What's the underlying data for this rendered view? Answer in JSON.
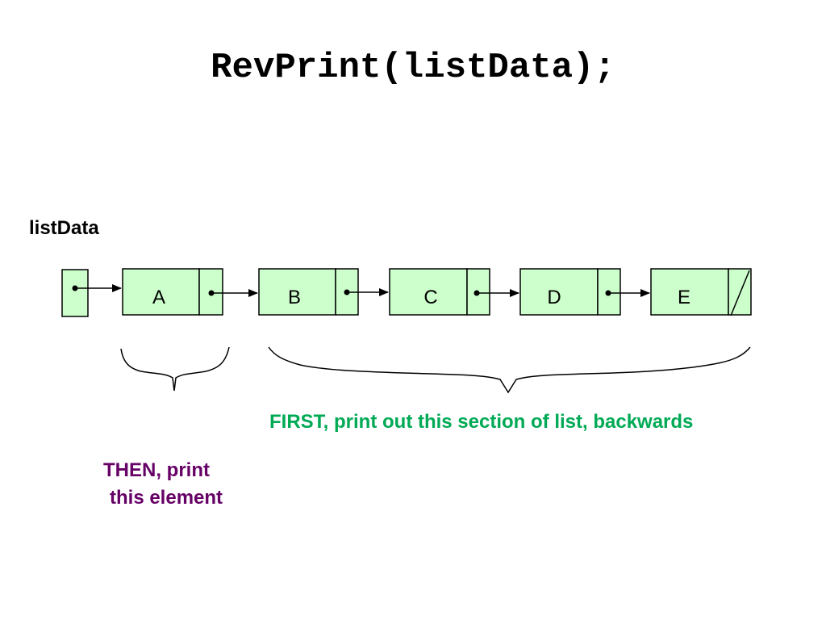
{
  "title": "RevPrint(listData);",
  "pointer_label": "listData",
  "nodes": [
    {
      "label": "A",
      "next": "pointer"
    },
    {
      "label": "B",
      "next": "pointer"
    },
    {
      "label": "C",
      "next": "pointer"
    },
    {
      "label": "D",
      "next": "pointer"
    },
    {
      "label": "E",
      "next": "null"
    }
  ],
  "annotations": {
    "first": "FIRST, print out this section of list, backwards",
    "then_line1": "THEN, print",
    "then_line2": "this element"
  },
  "colors": {
    "node_fill": "#ccffcc",
    "first_text": "#00aa55",
    "then_text": "#660066",
    "stroke": "#000000"
  }
}
